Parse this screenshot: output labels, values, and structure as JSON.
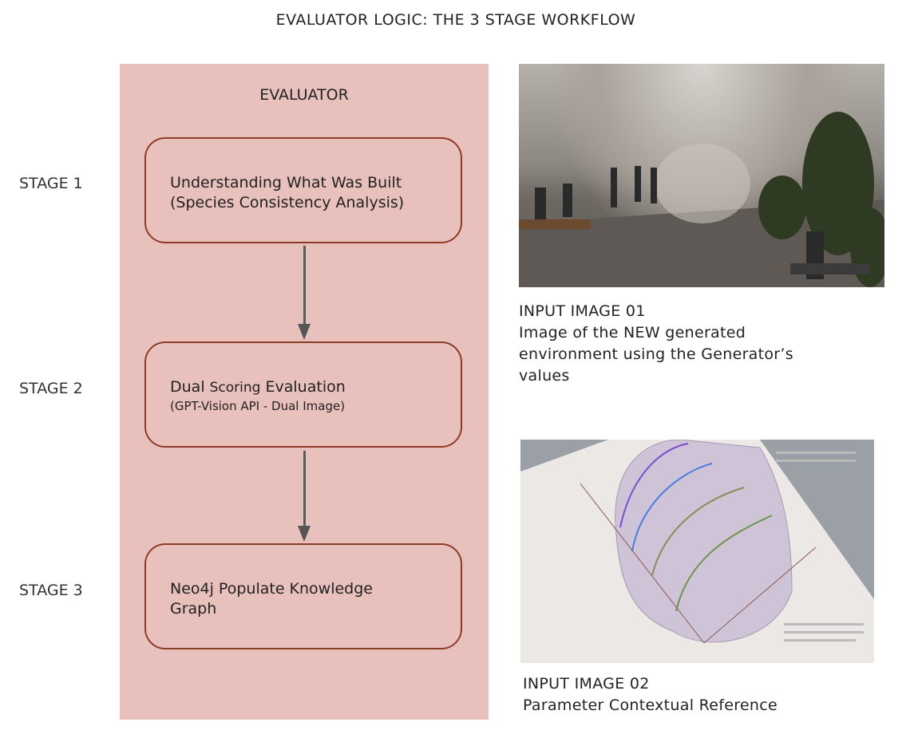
{
  "title": "EVALUATOR LOGIC: THE 3 STAGE WORKFLOW",
  "panel": {
    "title": "EVALUATOR",
    "color": "#e8c1bc",
    "stages": [
      {
        "label": "STAGE 1",
        "line1": "Understanding What Was Built",
        "line2": "(Species Consistency Analysis)"
      },
      {
        "label": "STAGE 2",
        "line1a": "Dual ",
        "line1b": "Scoring",
        "line1c": " Evaluation",
        "line2": "(GPT-Vision API - Dual Image)"
      },
      {
        "label": "STAGE 3",
        "line1": "Neo4j Populate Knowledge",
        "line2": "Graph"
      }
    ]
  },
  "inputs": [
    {
      "heading": "INPUT IMAGE 01",
      "line1": "Image of the NEW generated",
      "line2": "environment using the Generator’s",
      "line3": "values"
    },
    {
      "heading": "INPUT IMAGE 02",
      "line1": "Parameter Contextual Reference"
    }
  ]
}
